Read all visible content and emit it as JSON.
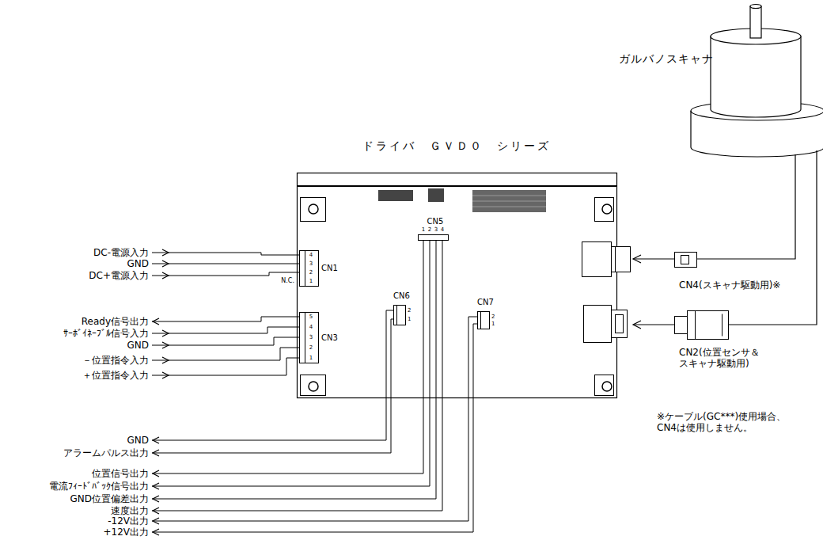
{
  "diagram": {
    "nodes": [
      {
        "text": [
          "ガルバノスキャナ"
        ]
      },
      {
        "text": [
          "ドライバ　ＧＶＤ０　シリーズ"
        ]
      }
    ],
    "edges": [
      {
        "from": 0,
        "to": 1,
        "arrow": "to"
      },
      {
        "from": 0,
        "to": 1,
        "arrow": "to"
      }
    ],
    "labels": [
      "CN5",
      "1",
      "2",
      "3",
      "4",
      "DC-電源入力",
      "GND",
      "DC+電源入力",
      "4",
      "3",
      "2",
      "1",
      "CN1",
      "N.C.",
      "CN4(スキャナ駆動用)※",
      "CN6",
      "2",
      "1",
      "CN7",
      "2",
      "1",
      "Ready信号出力",
      "ｻｰﾎﾞｲﾈｰﾌﾞﾙ信号入力",
      "GND",
      "－位置指令入力",
      "＋位置指令入力",
      "5",
      "4",
      "3",
      "2",
      "1",
      "CN3",
      "CN2(位置センサ＆ スキャナ駆動用)",
      "※ケーブル(GC***)使用場合、 CN4は使用しません。",
      "GND",
      "アラームパルス出力",
      "位置信号出力",
      "電流ﾌｨｰﾄﾞﾊﾞｯｸ信号出力",
      "GND位置偏差出力",
      "速度出力",
      "-12V出力",
      "+12V出力"
    ]
  }
}
